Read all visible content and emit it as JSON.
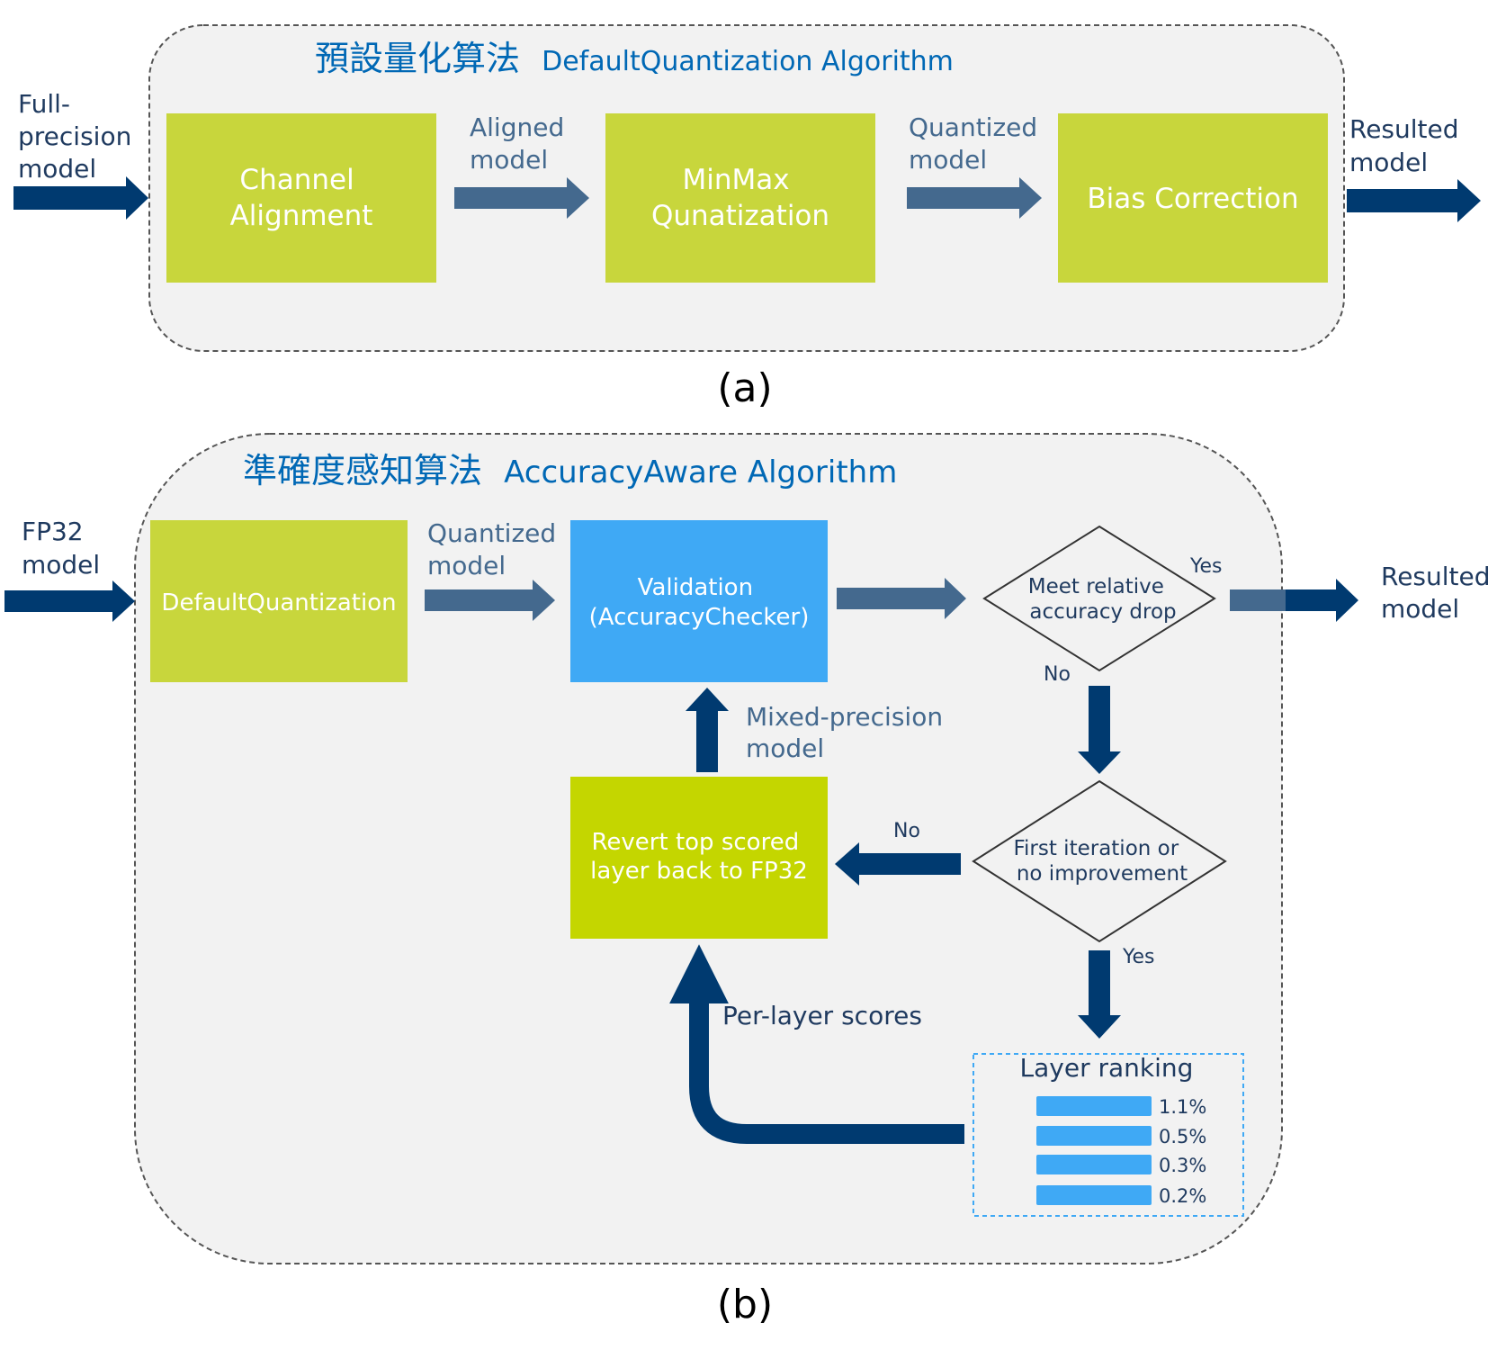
{
  "colors": {
    "panel_fill": "#f2f2f2",
    "panel_border": "#555555",
    "green_box": "#c8d63c",
    "green_box_bright": "#c4d600",
    "blue_box": "#3fa9f5",
    "dark_arrow": "#003a70",
    "mid_arrow": "#44698e",
    "title_blue": "#0068b5",
    "label_navy": "#1f3a5f",
    "bar_blue": "#3fa9f5"
  },
  "panel_a": {
    "title_cjk": "預設量化算法",
    "title_en": "DefaultQuantization Algorithm",
    "input_label": [
      "Full-",
      "precision",
      "model"
    ],
    "boxes": {
      "channel_alignment": [
        "Channel",
        "Alignment"
      ],
      "minmax": [
        "MinMax",
        "Qunatization"
      ],
      "bias_correction": [
        "Bias Correction"
      ]
    },
    "edge_labels": {
      "aligned": [
        "Aligned",
        "model"
      ],
      "quantized": [
        "Quantized",
        "model"
      ]
    },
    "output_label": [
      "Resulted",
      "model"
    ],
    "caption": "(a)"
  },
  "panel_b": {
    "title_cjk": "準確度感知算法",
    "title_en": "AccuracyAware Algorithm",
    "input_label": [
      "FP32",
      "model"
    ],
    "boxes": {
      "default_quantization": [
        "DefaultQuantization"
      ],
      "validation": [
        "Validation",
        "(AccuracyChecker)"
      ],
      "revert": [
        "Revert top scored",
        "layer back to FP32"
      ]
    },
    "decisions": {
      "meet_drop": [
        "Meet relative",
        "accuracy drop"
      ],
      "first_iter": [
        "First iteration or",
        "no improvement"
      ]
    },
    "edge_labels": {
      "quantized": [
        "Quantized",
        "model"
      ],
      "yes_top": "Yes",
      "no_top": "No",
      "no_mid": "No",
      "yes_mid": "Yes",
      "mixed": [
        "Mixed-precision",
        "model"
      ],
      "per_layer": "Per-layer scores"
    },
    "output_label": [
      "Resulted",
      "model"
    ],
    "ranking": {
      "title": "Layer ranking",
      "scores": [
        "1.1%",
        "0.5%",
        "0.3%",
        "0.2%"
      ]
    },
    "caption": "(b)"
  }
}
